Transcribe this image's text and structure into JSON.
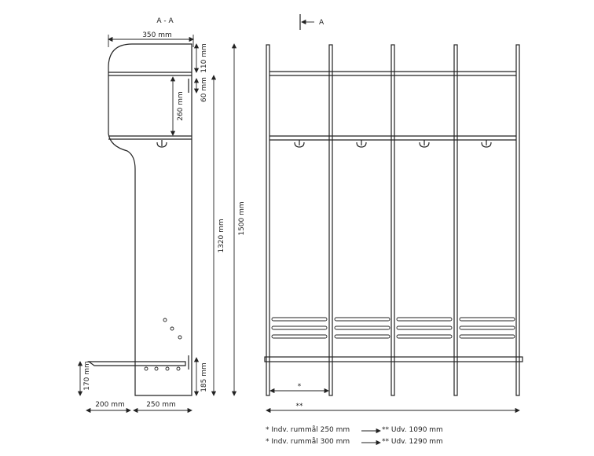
{
  "section": {
    "title": "A - A",
    "depth": "350 mm",
    "top_height": "110 mm",
    "rail_height": "60 mm",
    "shelf_gap": "260 mm",
    "body_height": "1320 mm",
    "total_height": "1500 mm",
    "bench_height": "170 mm",
    "foot_height": "185 mm",
    "bench_depth": "200 mm",
    "base_depth": "250 mm"
  },
  "front": {
    "section_marker": "A",
    "inner_mark": "*",
    "outer_mark": "**"
  },
  "legend": {
    "row1_left": "*  Indv. rummål 250 mm",
    "row1_right": "**  Udv. 1090 mm",
    "row2_left": "*  Indv. rummål 300 mm",
    "row2_right": "**  Udv. 1290 mm"
  }
}
